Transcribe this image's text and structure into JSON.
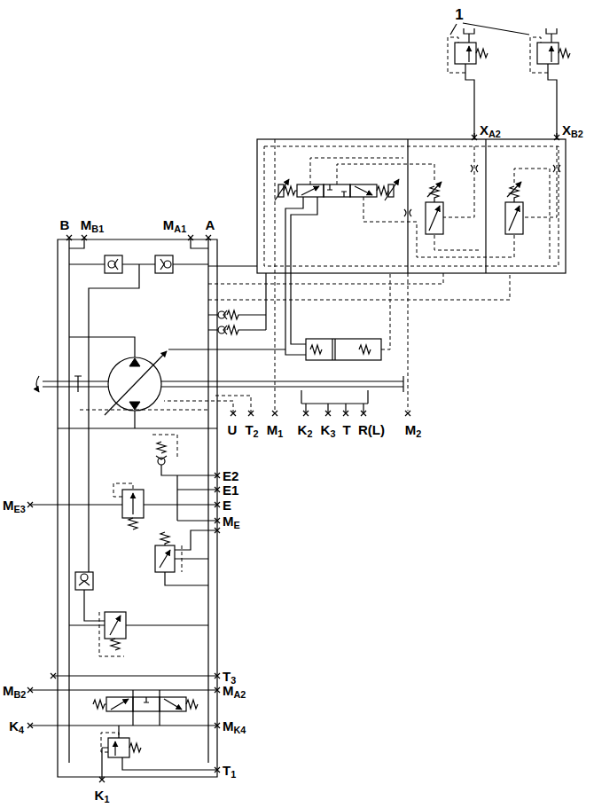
{
  "diagram": {
    "labels": [
      "1",
      "XA2",
      "XB2",
      "B",
      "MB1",
      "MA1",
      "A",
      "U",
      "T2",
      "M1",
      "K2",
      "K3",
      "T",
      "R(L)",
      "M2",
      "E2",
      "E1",
      "E",
      "ME",
      "ME3",
      "T3",
      "MB2",
      "MA2",
      "K4",
      "MK4",
      "T1",
      "K1"
    ]
  }
}
